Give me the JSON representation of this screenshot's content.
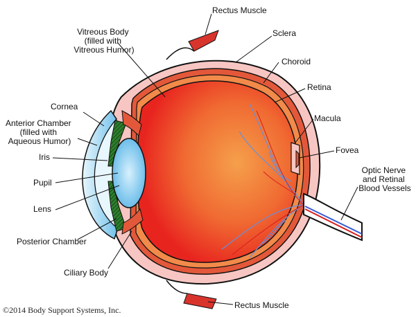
{
  "labels": {
    "rectus_top": "Rectus Muscle",
    "sclera": "Sclera",
    "vitreous": [
      "Vitreous Body",
      "(filled with",
      "Vitreous Humor)"
    ],
    "choroid": "Choroid",
    "retina": "Retina",
    "cornea": "Cornea",
    "anterior_chamber": [
      "Anterior Chamber",
      "(filled with",
      "Aqueous Humor)"
    ],
    "macula": "Macula",
    "iris": "Iris",
    "fovea": "Fovea",
    "optic_nerve": [
      "Optic Nerve",
      "and Retinal",
      "Blood Vessels"
    ],
    "pupil": "Pupil",
    "lens": "Lens",
    "posterior_chamber": "Posterior Chamber",
    "ciliary_body": "Ciliary Body",
    "rectus_bottom": "Rectus Muscle"
  },
  "copyright": "©2014 Body Support Systems, Inc.",
  "colors": {
    "sclera_fill": "#f7c6c2",
    "choroid": "#e3583a",
    "retina": "#f28a4a",
    "vitreous_center": "#f5a04b",
    "vitreous_edge": "#e8241f",
    "cornea": "#7fc8ec",
    "lens": "#8fd0f2",
    "iris": "#2f7f2e",
    "muscle": "#d9342c",
    "vessels": "#6a8fd8"
  }
}
